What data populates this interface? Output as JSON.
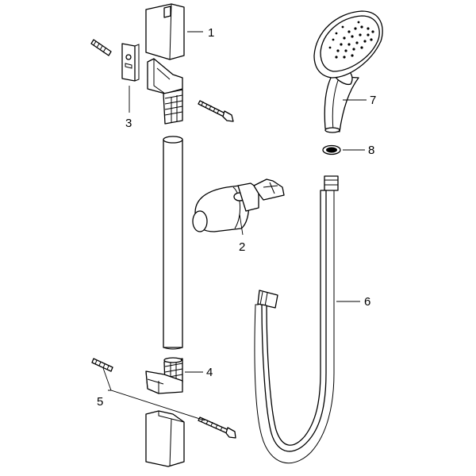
{
  "callouts": {
    "c1": "1",
    "c2": "2",
    "c3": "3",
    "c4": "4",
    "c5": "5",
    "c6": "6",
    "c7": "7",
    "c8": "8"
  },
  "colors": {
    "line": "#000000",
    "background": "#ffffff"
  }
}
